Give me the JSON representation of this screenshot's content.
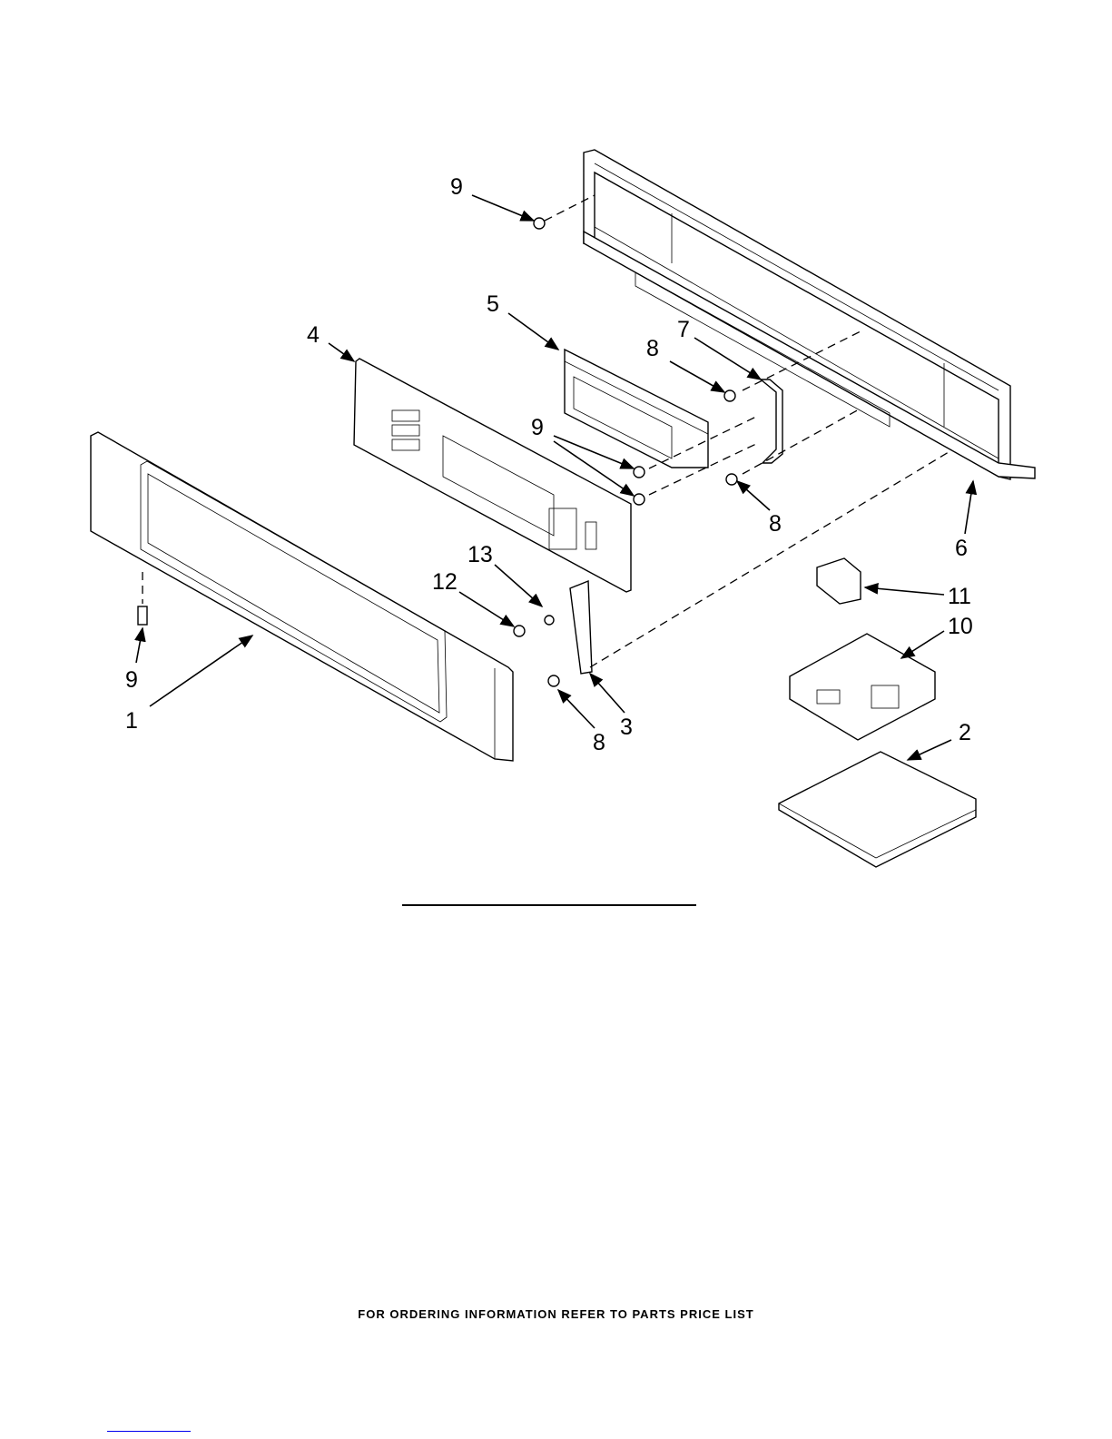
{
  "diagram": {
    "callouts": [
      {
        "label": "9"
      },
      {
        "label": "5"
      },
      {
        "label": "4"
      },
      {
        "label": "7"
      },
      {
        "label": "8"
      },
      {
        "label": "9"
      },
      {
        "label": "8"
      },
      {
        "label": "6"
      },
      {
        "label": "11"
      },
      {
        "label": "10"
      },
      {
        "label": "2"
      },
      {
        "label": "13"
      },
      {
        "label": "12"
      },
      {
        "label": "9"
      },
      {
        "label": "1"
      },
      {
        "label": "3"
      },
      {
        "label": "8"
      }
    ]
  },
  "footer": {
    "text": "FOR ORDERING INFORMATION REFER TO PARTS PRICE LIST"
  }
}
